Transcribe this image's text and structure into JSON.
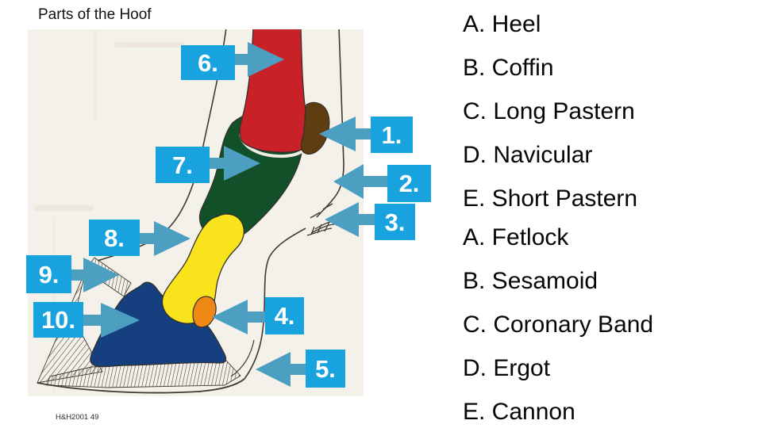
{
  "slide": {
    "title": "Parts of the Hoof",
    "credit": "H&H2001 49"
  },
  "labels": [
    "1.",
    "2.",
    "3.",
    "4.",
    "5.",
    "6.",
    "7.",
    "8.",
    "9.",
    "10."
  ],
  "answers": {
    "group1": [
      "A. Heel",
      "B. Coffin",
      "C. Long Pastern",
      "D. Navicular",
      "E. Short Pastern"
    ],
    "group2": [
      "A. Fetlock",
      "B. Sesamoid",
      "C. Coronary Band",
      "D. Ergot",
      "E. Cannon"
    ]
  },
  "diagram": {
    "description": "Scanned lateral line drawing of a horse lower leg and hoof with colored bone regions and numbered arrow pointers",
    "pointers": [
      {
        "label": "1.",
        "points_to": "brown bone region behind fetlock joint"
      },
      {
        "label": "2.",
        "points_to": "back outline of pastern below fetlock"
      },
      {
        "label": "3.",
        "points_to": "hair tuft on back of fetlock"
      },
      {
        "label": "4.",
        "points_to": "orange bone region"
      },
      {
        "label": "5.",
        "points_to": "heel area at back of hoof"
      },
      {
        "label": "6.",
        "points_to": "red bone region (upper leg)"
      },
      {
        "label": "7.",
        "points_to": "dark green bone region"
      },
      {
        "label": "8.",
        "points_to": "yellow bone region"
      },
      {
        "label": "9.",
        "points_to": "hatched band at top of hoof wall"
      },
      {
        "label": "10.",
        "points_to": "dark blue bone region inside hoof"
      }
    ]
  },
  "colors": {
    "label_box": "#18a2de",
    "arrow": "#4d9fc1",
    "bone_red": "#c92128",
    "bone_green": "#125029",
    "bone_yellow": "#f9e31c",
    "bone_blue": "#153f7e",
    "bone_orange": "#ef8814",
    "bone_brown": "#5e3d10",
    "ink": "#3f3a33",
    "paper": "#f4f1ea"
  }
}
